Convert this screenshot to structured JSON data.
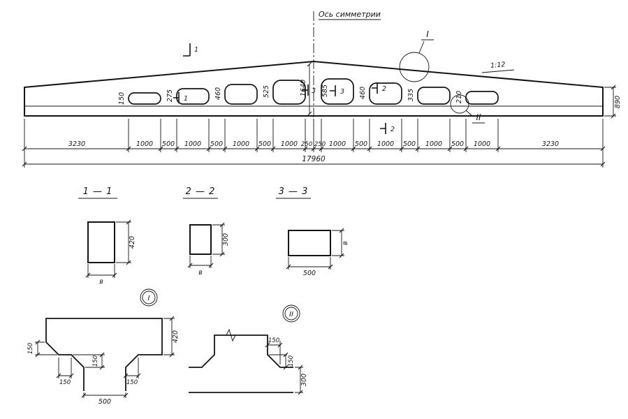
{
  "colors": {
    "ink": "#141414",
    "bg": "#ffffff"
  },
  "elevation": {
    "axis_label": "Ось симметрии",
    "slope_label": "1:12",
    "end_height_dim": "890",
    "mid_height_dim": "1640",
    "web_dims": [
      "150",
      "275",
      "460",
      "525",
      "585",
      "460",
      "335",
      "210"
    ],
    "bottom_dims": [
      "3230",
      "1000",
      "500",
      "1000",
      "500",
      "1000",
      "500",
      "1000",
      "250",
      "250",
      "1000",
      "500",
      "1000",
      "500",
      "1000",
      "500",
      "1000",
      "3230"
    ],
    "overall_dim": "17960",
    "marks": {
      "m1": "1",
      "m2": "2",
      "m3": "3"
    },
    "detail_refs": {
      "d1": "I",
      "d2": "II"
    }
  },
  "sections": {
    "s11": {
      "title": "1 — 1",
      "height_dim": "420",
      "width_dim": "в"
    },
    "s22": {
      "title": "2 — 2",
      "height_dim": "300",
      "width_dim": "в"
    },
    "s33": {
      "title": "3 — 3",
      "height_dim": "в",
      "width_dim": "500"
    }
  },
  "detail1": {
    "label": "I",
    "depth_dim": "420",
    "edge_chamfer_v": "150",
    "web_chamfer_v": "150",
    "edge_chamfer_h": "150",
    "web_chamfer_h": "150",
    "post_width_dim": "500"
  },
  "detail2": {
    "label": "II",
    "chamfer_h": "150",
    "chamfer_v": "150",
    "flange_dim": "300"
  }
}
